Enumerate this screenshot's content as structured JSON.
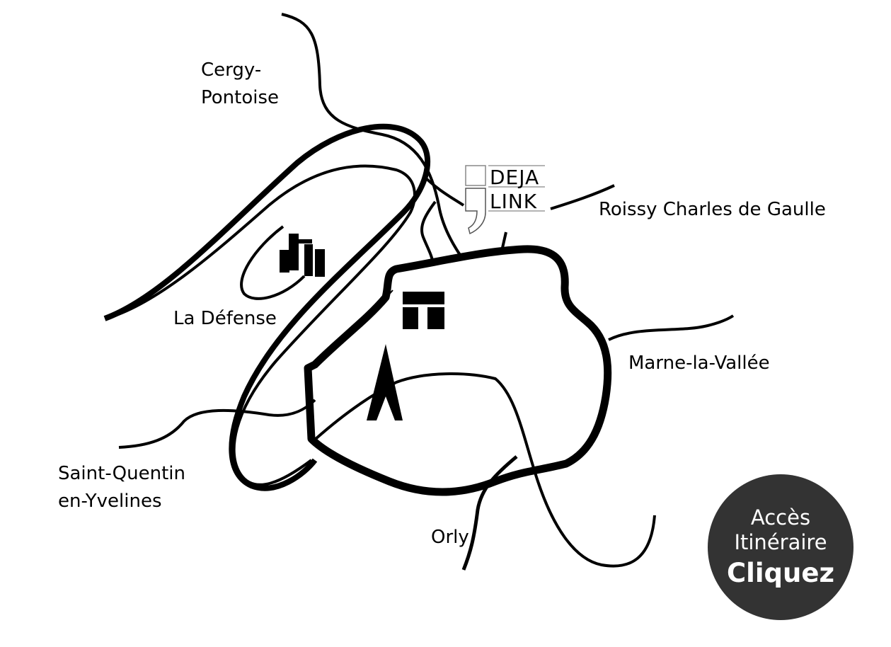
{
  "map": {
    "places": {
      "cergy_line1": "Cergy-",
      "cergy_line2": "Pontoise",
      "la_defense": "La Défense",
      "roissy": "Roissy Charles de Gaulle",
      "marne": "Marne-la-Vallée",
      "saint_quentin_line1": "Saint-Quentin",
      "saint_quentin_line2": "en-Yvelines",
      "orly": "Orly"
    },
    "logo": {
      "line1": "DEJA",
      "line2": "LINK"
    },
    "landmark_icons": [
      "la-defense-arch-icon",
      "louvre-icon",
      "eiffel-tower-icon"
    ]
  },
  "itinerary": {
    "line1": "Accès",
    "line2": "Itinéraire",
    "cta": "Cliquez"
  },
  "colors": {
    "ink": "#000000",
    "button_bg": "#333333",
    "button_text": "#ffffff"
  }
}
